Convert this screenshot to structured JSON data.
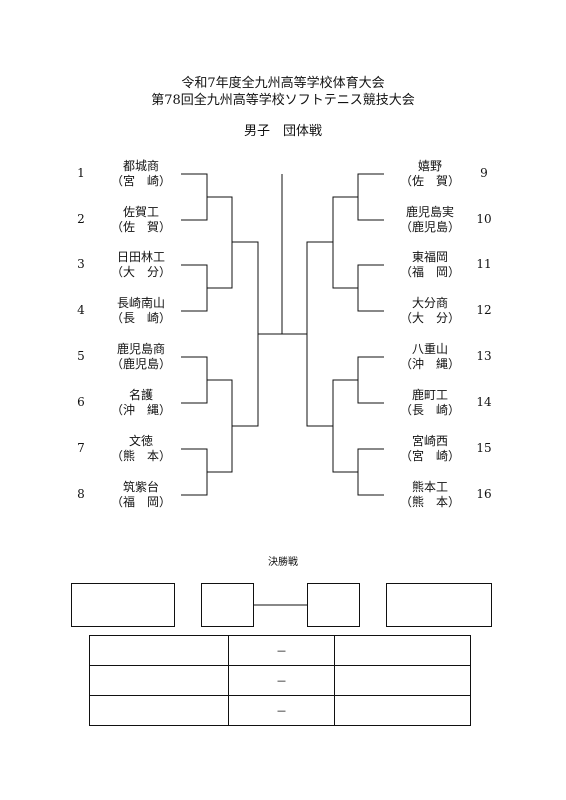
{
  "header": {
    "line1": "令和7年度全九州高等学校体育大会",
    "line2": "第78回全九州高等学校ソフトテニス競技大会",
    "category": "男子　団体戦"
  },
  "left_teams": [
    {
      "num": "1",
      "school": "都城商",
      "pref": "（宮　崎）"
    },
    {
      "num": "2",
      "school": "佐賀工",
      "pref": "（佐　賀）"
    },
    {
      "num": "3",
      "school": "日田林工",
      "pref": "（大　分）"
    },
    {
      "num": "4",
      "school": "長崎南山",
      "pref": "（長　崎）"
    },
    {
      "num": "5",
      "school": "鹿児島商",
      "pref": "（鹿児島）"
    },
    {
      "num": "6",
      "school": "名護",
      "pref": "（沖　縄）"
    },
    {
      "num": "7",
      "school": "文徳",
      "pref": "（熊　本）"
    },
    {
      "num": "8",
      "school": "筑紫台",
      "pref": "（福　岡）"
    }
  ],
  "right_teams": [
    {
      "num": "9",
      "school": "嬉野",
      "pref": "（佐　賀）"
    },
    {
      "num": "10",
      "school": "鹿児島実",
      "pref": "（鹿児島）"
    },
    {
      "num": "11",
      "school": "東福岡",
      "pref": "（福　岡）"
    },
    {
      "num": "12",
      "school": "大分商",
      "pref": "（大　分）"
    },
    {
      "num": "13",
      "school": "八重山",
      "pref": "（沖　縄）"
    },
    {
      "num": "14",
      "school": "鹿町工",
      "pref": "（長　崎）"
    },
    {
      "num": "15",
      "school": "宮崎西",
      "pref": "（宮　崎）"
    },
    {
      "num": "16",
      "school": "熊本工",
      "pref": "（熊　本）"
    }
  ],
  "final": {
    "label": "決勝戦",
    "rows": [
      {
        "left": "",
        "mid": "－",
        "right": ""
      },
      {
        "left": "",
        "mid": "－",
        "right": ""
      },
      {
        "left": "",
        "mid": "－",
        "right": ""
      }
    ]
  }
}
